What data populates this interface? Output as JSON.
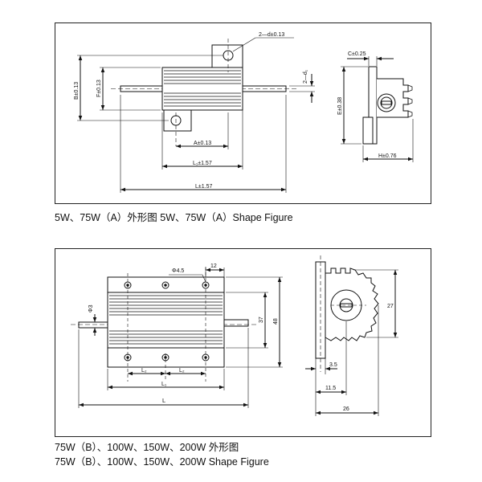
{
  "panel_a": {
    "caption": "5W、75W（A）外形图  5W、75W（A）Shape Figure",
    "labels": {
      "hole": "2—d±0.13",
      "b": "B±0.13",
      "f": "F±0.13",
      "d1": "2—d₁",
      "a": "A±0.13",
      "l1": "L₁±1.57",
      "l": "L±1.57",
      "c": "C±0.25",
      "e": "E±0.38",
      "h": "H±0.76"
    }
  },
  "panel_b": {
    "caption_cn": "75W（B）、100W、150W、200W 外形图",
    "caption_en": "75W（B）、100W、150W、200W Shape Figure",
    "labels": {
      "phi45": "Φ4.5",
      "d12": "12",
      "phi3": "Φ3",
      "d37": "37",
      "d48": "48",
      "l2a": "L₂",
      "l2b": "L₂",
      "l1": "L₁",
      "l": "L",
      "d27": "27",
      "d35": "3.5",
      "d115": "11.5",
      "d26": "26"
    }
  }
}
